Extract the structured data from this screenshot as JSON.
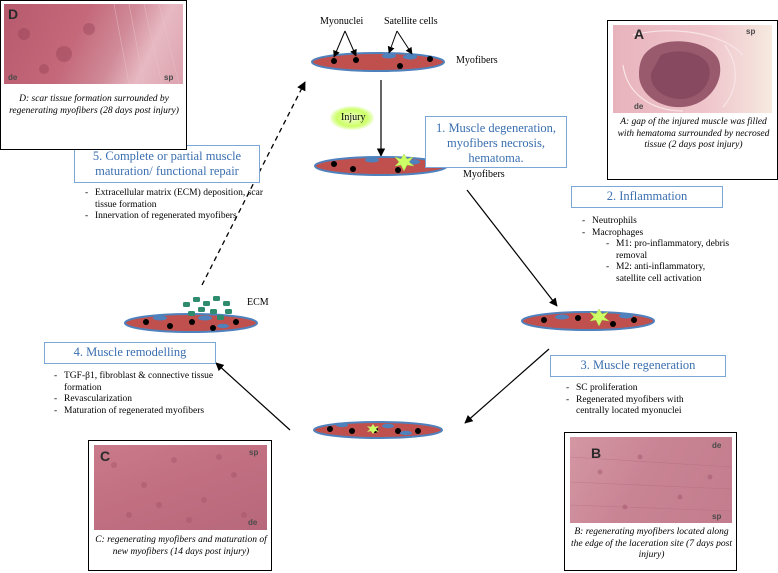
{
  "labels": {
    "myonuclei": "Myonuclei",
    "satellite_cells": "Satellite cells",
    "myofibers": "Myofibers",
    "injury": "Injury",
    "injured_myofibers": "Injured Myofibers",
    "ecm": "ECM"
  },
  "steps": [
    {
      "label": "1. Muscle degeneration, myofibers necrosis, hematoma."
    },
    {
      "label": "2. Inflammation"
    },
    {
      "label": "3. Muscle regeneration"
    },
    {
      "label": "4. Muscle remodelling"
    },
    {
      "label": "5. Complete or partial muscle maturation/ functional repair"
    }
  ],
  "inflammation": {
    "items": [
      "Neutrophils",
      "Macrophages"
    ],
    "sub": [
      "M1: pro-inflammatory, debris removal",
      "M2: anti-inflammatory, satellite cell activation"
    ]
  },
  "regeneration": {
    "items": [
      "SC proliferation",
      "Regenerated myofibers with centrally located myonuclei"
    ]
  },
  "remodelling": {
    "items": [
      "TGF-β1, fibroblast & connective tissue formation",
      "Revascularization",
      "Maturation of regenerated myofibers"
    ]
  },
  "maturation": {
    "items": [
      "Extracellular matrix (ECM) deposition, scar tissue formation",
      "Innervation of regenerated myofibers"
    ]
  },
  "panels": {
    "A": {
      "letter": "A",
      "marks": [
        "sp",
        "de"
      ],
      "caption": "A: gap of the injured muscle was filled with hematoma surrounded by necrosed tissue (2 days post injury)"
    },
    "B": {
      "letter": "B",
      "marks": [
        "de",
        "sp"
      ],
      "caption": "B: regenerating myofibers located along the edge of the laceration site (7 days post injury)"
    },
    "C": {
      "letter": "C",
      "marks": [
        "sp",
        "de"
      ],
      "caption": "C: regenerating myofibers and maturation of new myofibers (14 days post injury)"
    },
    "D": {
      "letter": "D",
      "marks": [
        "de",
        "sp"
      ],
      "caption": "D: scar tissue formation surrounded by regenerating myofibers (28 days post injury)"
    }
  },
  "colors": {
    "fiber": "#c0504d",
    "fiber_border": "#4f81bd",
    "nucleus": "#000000",
    "satellite": "#4f81bd",
    "box_text": "#3a6fb0",
    "ecm": "#2e8b6e",
    "injury": "#ccff66",
    "tissue": "#c8748a"
  }
}
